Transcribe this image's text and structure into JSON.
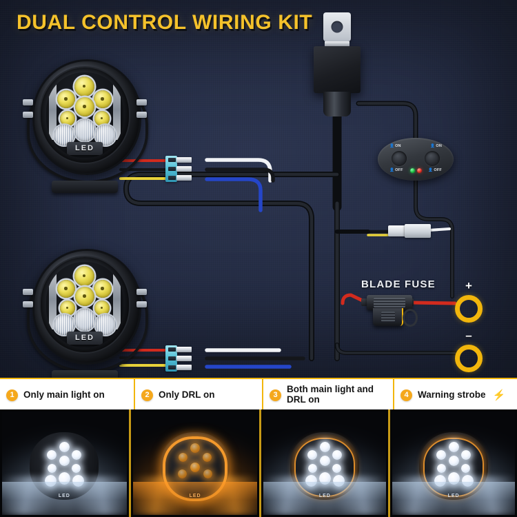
{
  "page": {
    "title": "DUAL CONTROL WIRING KIT",
    "background_color": "#232b42",
    "accent_color": "#f2b60c"
  },
  "diagram": {
    "lights": [
      {
        "name": "LED light pod upper",
        "badge": "LED"
      },
      {
        "name": "LED light pod lower",
        "badge": "LED"
      }
    ],
    "relay": {
      "label": ""
    },
    "switch_panel": {
      "left_switch": {
        "on_label": "ON",
        "off_label": "OFF",
        "indicator_color": "#16b93c"
      },
      "right_switch": {
        "on_label": "ON",
        "off_label": "OFF",
        "indicator_color": "#d8281b"
      }
    },
    "fuse": {
      "label": "BLADE FUSE"
    },
    "terminals": [
      {
        "sign": "+",
        "color": "#f2b60c"
      },
      {
        "sign": "–",
        "color": "#f2b60c"
      }
    ],
    "wire_colors": {
      "red": "#d22b1e",
      "black": "#14161a",
      "yellow": "#e8d23a",
      "white": "#f1f3f6",
      "blue": "#2546c8"
    }
  },
  "captions": [
    {
      "number": "1",
      "text": "Only main light on",
      "bolt": ""
    },
    {
      "number": "2",
      "text": "Only DRL on",
      "bolt": ""
    },
    {
      "number": "3",
      "text": "Both main light and DRL on",
      "bolt": ""
    },
    {
      "number": "4",
      "text": "Warning strobe",
      "bolt": "⚡"
    }
  ],
  "photos": [
    {
      "mode": "white",
      "tag": "LED"
    },
    {
      "mode": "amber",
      "tag": "LED"
    },
    {
      "mode": "white",
      "tag": "LED"
    },
    {
      "mode": "white",
      "tag": "LED"
    }
  ]
}
